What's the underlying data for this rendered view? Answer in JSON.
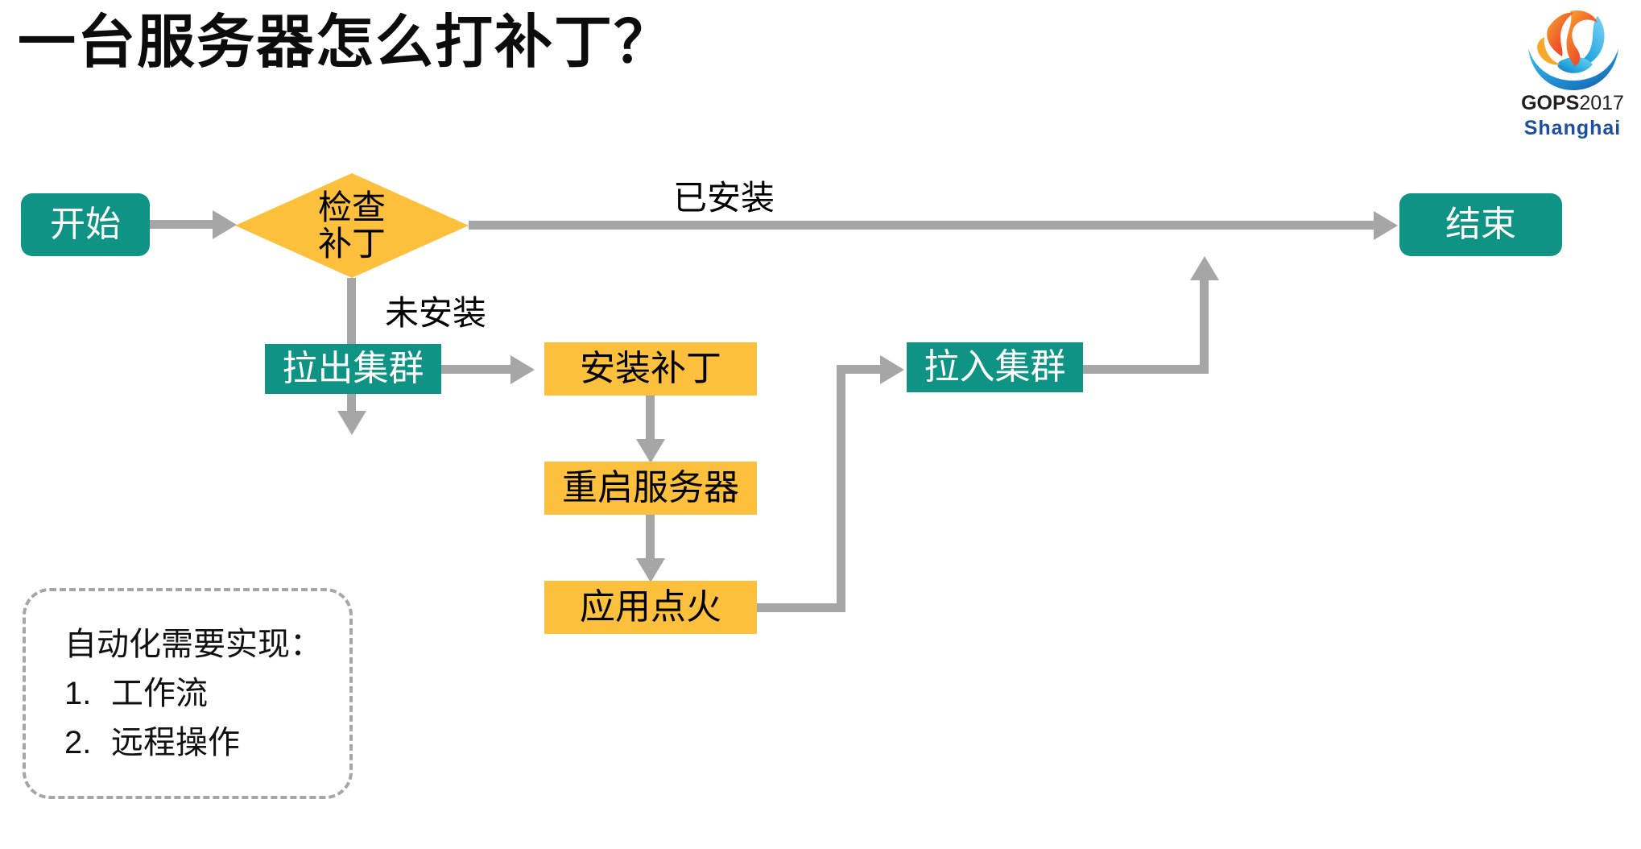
{
  "slide": {
    "title": "一台服务器怎么打补丁？",
    "background": "#ffffff"
  },
  "logo": {
    "name": "gops-logo",
    "line1_bold": "GOPS",
    "line1_year": "2017",
    "line2": "Shanghai",
    "mark_colors": [
      "#e8442a",
      "#f2802b",
      "#19a5dc",
      "#1f63ae"
    ],
    "text_color": "#231f20",
    "city_color": "#1f4e9c"
  },
  "colors": {
    "teal": "#0e9384",
    "amber": "#fcc03c",
    "connector": "#a6a6a6",
    "text_dark": "#000000",
    "text_light": "#ffffff"
  },
  "flow": {
    "nodes": [
      {
        "id": "start",
        "label": "开始",
        "shape": "rounded-rect",
        "color": "teal"
      },
      {
        "id": "check-patch",
        "label": "检查\n补丁",
        "line1": "检查",
        "line2": "补丁",
        "shape": "diamond",
        "color": "amber"
      },
      {
        "id": "end",
        "label": "结束",
        "shape": "rounded-rect",
        "color": "teal"
      },
      {
        "id": "pull-out",
        "label": "拉出集群",
        "shape": "rect",
        "color": "teal"
      },
      {
        "id": "install-patch",
        "label": "安装补丁",
        "shape": "rect",
        "color": "amber"
      },
      {
        "id": "reboot-server",
        "label": "重启服务器",
        "shape": "rect",
        "color": "amber"
      },
      {
        "id": "app-ignite",
        "label": "应用点火",
        "shape": "rect",
        "color": "amber"
      },
      {
        "id": "pull-in",
        "label": "拉入集群",
        "shape": "rect",
        "color": "teal"
      }
    ],
    "edge_labels": [
      {
        "id": "installed",
        "text": "已安装",
        "from": "check-patch",
        "to": "end"
      },
      {
        "id": "not-installed",
        "text": "未安装",
        "from": "check-patch",
        "to": "pull-out"
      }
    ]
  },
  "note": {
    "heading": "自动化需要实现：",
    "items": [
      {
        "num": "1.",
        "text": "工作流"
      },
      {
        "num": "2.",
        "text": "远程操作"
      }
    ]
  }
}
